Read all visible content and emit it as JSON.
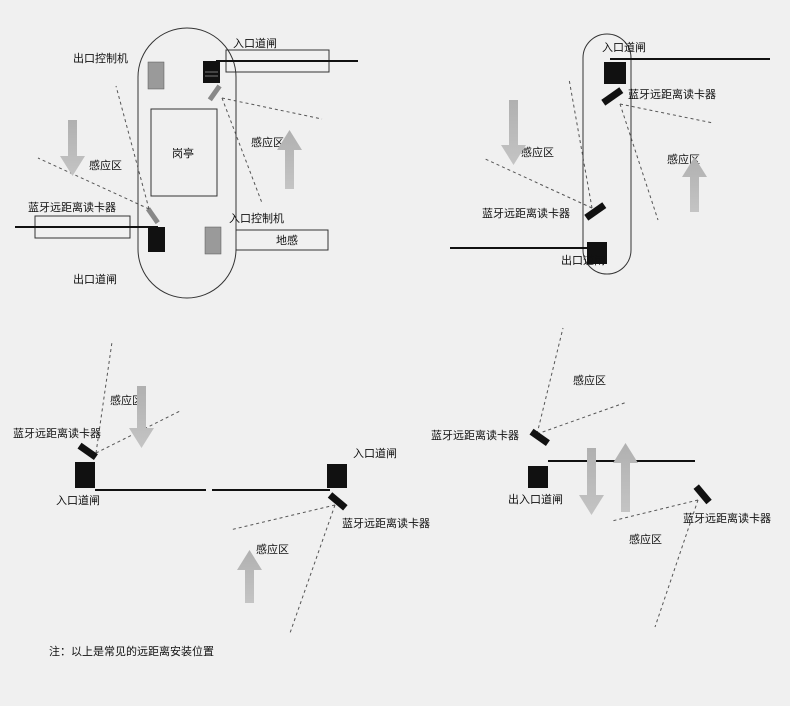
{
  "colors": {
    "background": "#f0f0f0",
    "line": "#111111",
    "box_dark": "#111111",
    "box_gray": "#9a9a9a",
    "arrow": "#b4b4b4",
    "dashed": "#555555"
  },
  "diagram1": {
    "entry_gate": "入口道闸",
    "exit_control": "出口控制机",
    "booth": "岗亭",
    "sensing_zone_right": "感应区",
    "sensing_zone_left": "感应区",
    "bt_reader": "蓝牙远距离读卡器",
    "entry_control": "入口控制机",
    "ground_sensor": "地感",
    "exit_gate": "出口道闸"
  },
  "diagram2": {
    "entry_gate": "入口道闸",
    "bt_reader_top": "蓝牙远距离读卡器",
    "sensing_zone_left": "感应区",
    "sensing_zone_right": "感应区",
    "bt_reader_bottom": "蓝牙远距离读卡器",
    "exit_gate": "出口道闸"
  },
  "diagram3": {
    "sensing_zone_top": "感应区",
    "bt_reader_left": "蓝牙远距离读卡器",
    "entry_gate_left": "入口道闸",
    "entry_gate_right": "入口道闸",
    "bt_reader_right": "蓝牙远距离读卡器",
    "sensing_zone_bottom": "感应区"
  },
  "diagram4": {
    "sensing_zone_top": "感应区",
    "bt_reader_left": "蓝牙远距离读卡器",
    "exit_entry_gate": "出入口道闸",
    "bt_reader_right": "蓝牙远距离读卡器",
    "sensing_zone_bottom": "感应区"
  },
  "note": "注：以上是常见的远距离安装位置"
}
